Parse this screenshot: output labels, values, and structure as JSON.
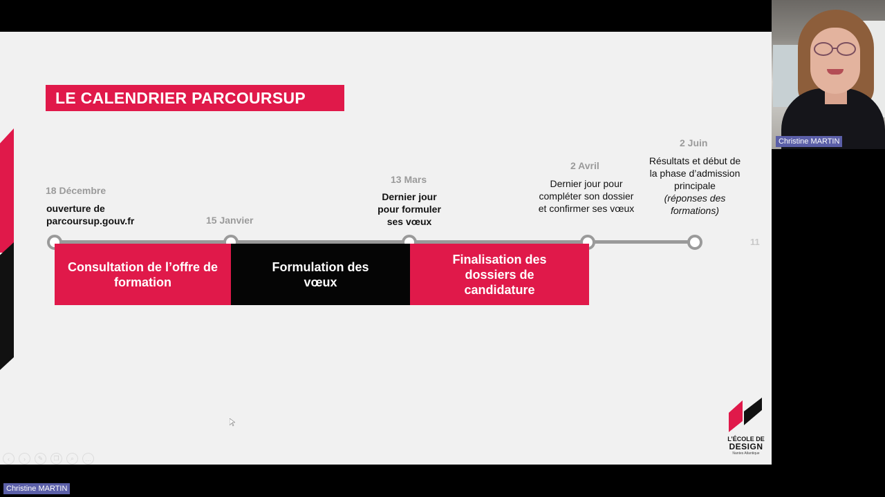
{
  "slide": {
    "title": "LE CALENDRIER PARCOURSUP",
    "page_number": "11",
    "milestones": [
      {
        "date": "18 Décembre",
        "description": "ouverture de parcoursup.gouv.fr"
      },
      {
        "date": "15 Janvier",
        "description": ""
      },
      {
        "date": "13 Mars",
        "description": "Dernier jour pour formuler ses vœux"
      },
      {
        "date": "2 Avril",
        "description": "Dernier jour pour compléter son dossier et confirmer ses vœux"
      },
      {
        "date": "2 Juin",
        "description": "Résultats et début de la phase d’admission principale",
        "description_italic": "(réponses des formations)"
      }
    ],
    "phases": [
      {
        "label": "Consultation de l’offre de formation"
      },
      {
        "label": "Formulation des vœux"
      },
      {
        "label": "Finalisation des dossiers de candidature"
      }
    ],
    "logo": {
      "line1": "L’ÉCOLE DE",
      "line2": "DESIGN",
      "line3": "Nantes Atlantique"
    }
  },
  "participants": {
    "video_name": "Christine MARTIN",
    "presenter_name": "Christine MARTIN"
  },
  "colors": {
    "accent": "#e0194a",
    "dark": "#050505",
    "timeline": "#9a9a9a",
    "name_tag": "#5b5fa8"
  },
  "toolbar_icons": [
    "previous-icon",
    "next-icon",
    "pen-icon",
    "copy-icon",
    "zoom-icon",
    "more-icon"
  ]
}
